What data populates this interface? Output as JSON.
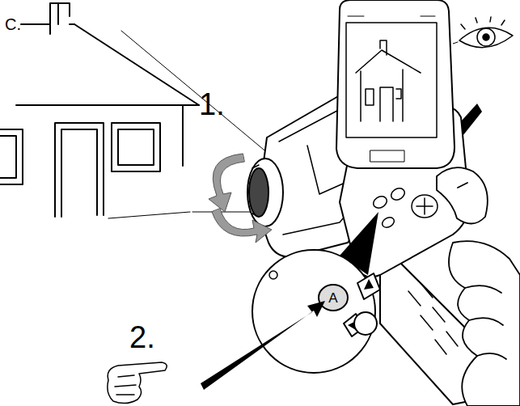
{
  "diagram": {
    "labels": [
      "C.",
      "1.",
      "2.",
      "A"
    ]
  }
}
